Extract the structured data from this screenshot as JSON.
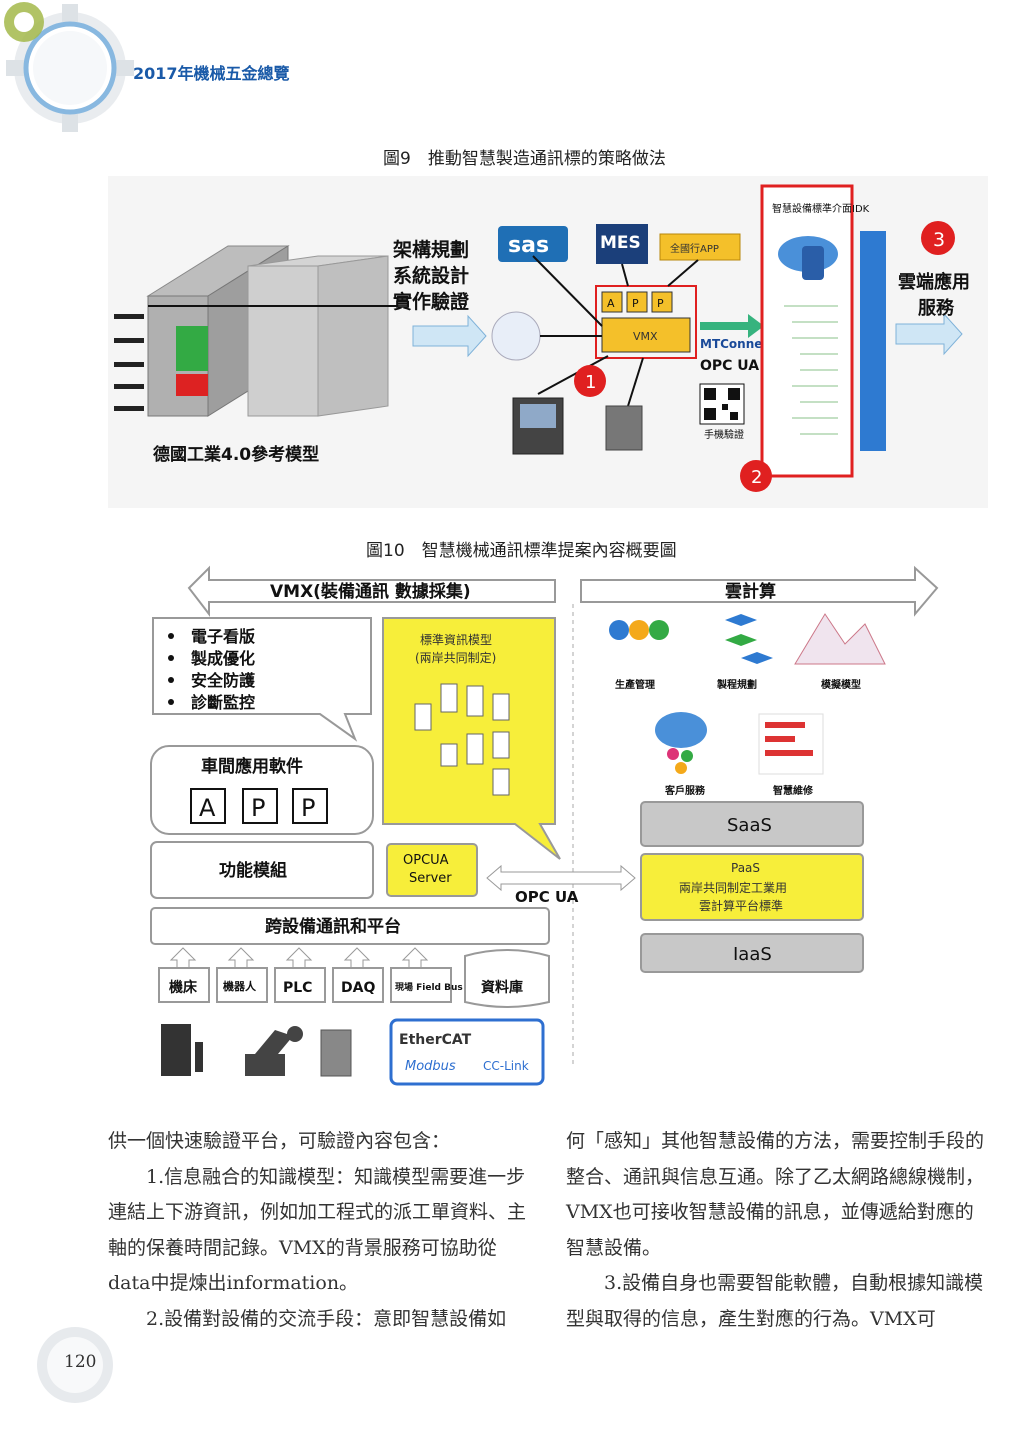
{
  "header": {
    "title": "2017年機械五金總覽"
  },
  "figure9": {
    "caption": "圖9　推動智慧製造通訊標的策略做法",
    "label_left_lines": [
      "架構規劃",
      "系統設計",
      "實作驗證"
    ],
    "label_model": "德國工業4.0參考模型",
    "sas": "sas",
    "mes": "MES",
    "app_box": "全國行APP",
    "apps": [
      "A",
      "P",
      "P"
    ],
    "vmx": "VMX",
    "mtconnect": "MTConnect",
    "opcua": "OPC UA",
    "qr_label": "手機驗證",
    "red_box_title": "智慧設備標準介面IDK",
    "cloud_service": [
      "雲端應用",
      "服務"
    ],
    "badges": [
      "1",
      "2",
      "3"
    ]
  },
  "figure10": {
    "caption": "圖10　智慧機械通訊標準提案內容概要圖",
    "vmx_arrow": "VMX(裝備通訊 數據採集)",
    "cloud_arrow": "雲計算",
    "bullets": [
      "電子看版",
      "製成優化",
      "安全防護",
      "診斷監控"
    ],
    "yellow_model": [
      "標準資訊模型",
      "(兩岸共同制定)"
    ],
    "workshop_app": "車間應用軟件",
    "apps": [
      "A",
      "P",
      "P"
    ],
    "function_module": "功能模組",
    "opcua_server": [
      "OPCUA",
      "Server"
    ],
    "opcua_label": "OPC UA",
    "cross_platform": "跨設備通訊和平台",
    "devices": [
      "機床",
      "機器人",
      "PLC",
      "DAQ",
      "現場 Field Bus",
      "資料庫"
    ],
    "fieldbus": [
      "EtherCAT",
      "Modbus",
      "CC-Link"
    ],
    "cloud_icons": [
      "生產管理",
      "製程規劃",
      "模擬模型",
      "客戶服務",
      "智慧維修"
    ],
    "saas": "SaaS",
    "paas": [
      "PaaS",
      "兩岸共同制定工業用",
      "雲計算平台標準"
    ],
    "iaas": "IaaS"
  },
  "body": {
    "col1": [
      "供一個快速驗證平台，可驗證內容包含：",
      "1.信息融合的知識模型：知識模型需要進一步連結上下游資訊，例如加工程式的派工單資料、主軸的保養時間記錄。VMX的背景服務可協助從data中提煉出information。",
      "2.設備對設備的交流手段：意即智慧設備如"
    ],
    "col2": [
      "何「感知」其他智慧設備的方法，需要控制手段的整合、通訊與信息互通。除了乙太網路總線機制，VMX也可接收智慧設備的訊息，並傳遞給對應的智慧設備。",
      "3.設備自身也需要智能軟體，自動根據知識模型與取得的信息，產生對應的行為。VMX可"
    ]
  },
  "page_number": "120"
}
